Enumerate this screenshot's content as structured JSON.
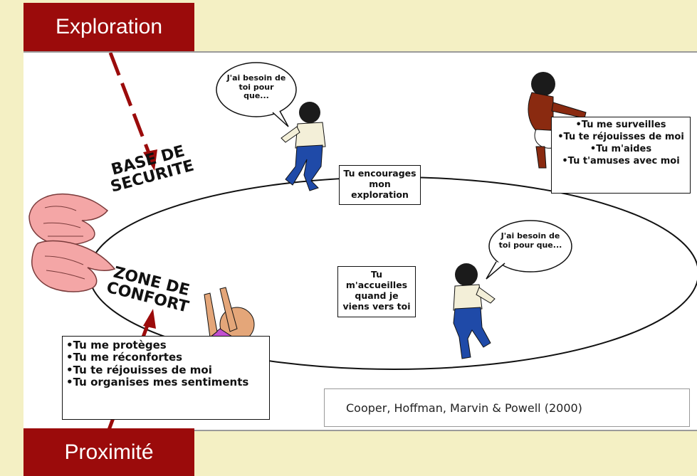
{
  "tags": {
    "exploration": "Exploration",
    "proximity": "Proximité"
  },
  "labels": {
    "base_line1": "BASE DE",
    "base_line2": "SECURITE",
    "zone_line1": "ZONE DE",
    "zone_line2": "CONFORT"
  },
  "bubbles": {
    "top": "J'ai besoin de toi pour que...",
    "right": "J'ai besoin de toi pour que..."
  },
  "boxes": {
    "encourage": "Tu encourages mon exploration",
    "accueil": "Tu m'accueilles quand je viens vers toi",
    "top_right": [
      "•Tu me surveilles",
      "•Tu te réjouisses de moi",
      "•Tu m'aides",
      "•Tu t'amuses avec moi"
    ],
    "bottom_left": [
      "•Tu me protèges",
      "•Tu me réconfortes",
      "•Tu te réjouisses de moi",
      "•Tu organises mes sentiments"
    ]
  },
  "citation": "Cooper, Hoffman, Marvin & Powell (2000)",
  "colors": {
    "tag_bg": "#9b0b0b",
    "background": "#f4f0c4",
    "arrow": "#9b0b0b"
  }
}
